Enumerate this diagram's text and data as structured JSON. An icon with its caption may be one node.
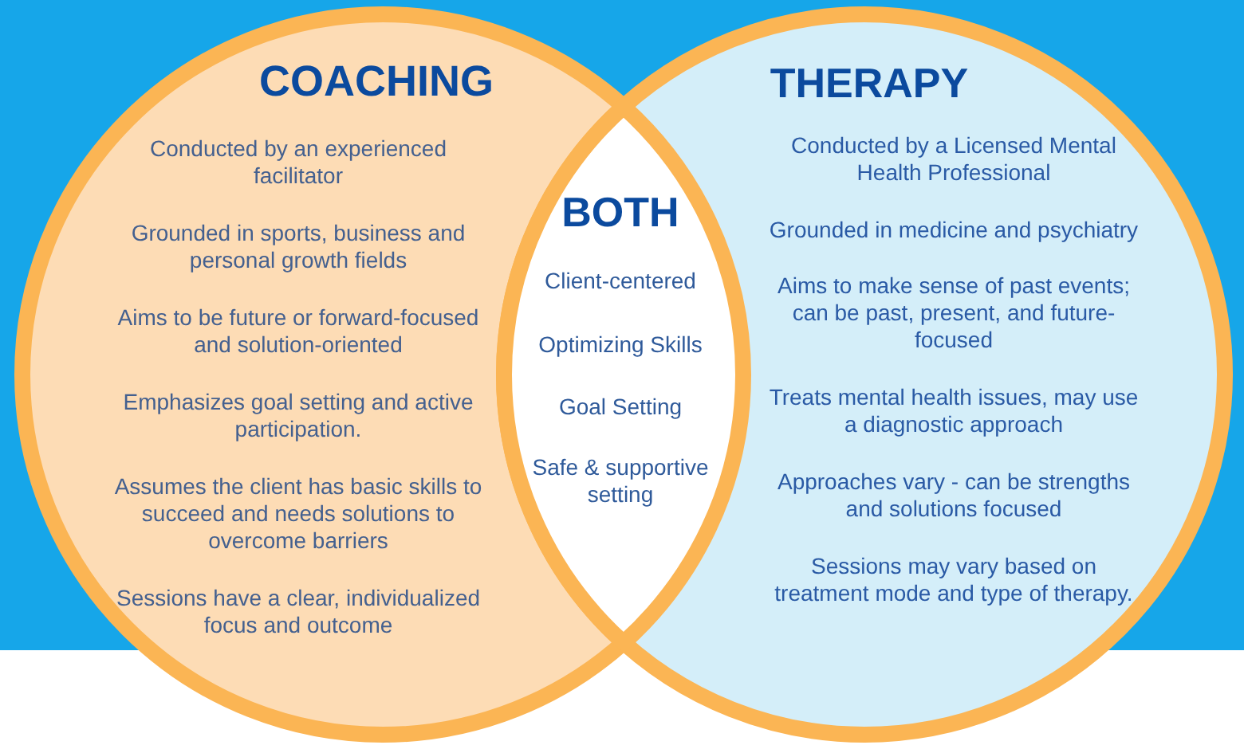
{
  "diagram": {
    "nodes": [
      {
        "text": [
          "COACHING",
          "Conducted by an experienced facilitator",
          "Grounded in sports, business and personal growth fields",
          "Aims to be future or forward-focused and solution-oriented",
          "Emphasizes goal setting and active participation.",
          "Assumes the client has basic skills to succeed and needs solutions to overcome barriers",
          "Sessions have a clear, individualized focus and outcome"
        ]
      },
      {
        "text": [
          "THERAPY",
          "Conducted by a Licensed Mental Health Professional",
          "Grounded in medicine and psychiatry",
          "Aims to make sense of past events; can be past, present, and future-focused",
          "Treats mental health issues, may use a diagnostic approach",
          "Approaches vary - can be strengths and solutions focused",
          "Sessions may vary based on treatment mode and type of therapy."
        ]
      },
      {
        "text": [
          "BOTH",
          "Client-centered",
          "Optimizing Skills",
          "Goal Setting",
          "Safe & supportive setting"
        ]
      }
    ]
  }
}
